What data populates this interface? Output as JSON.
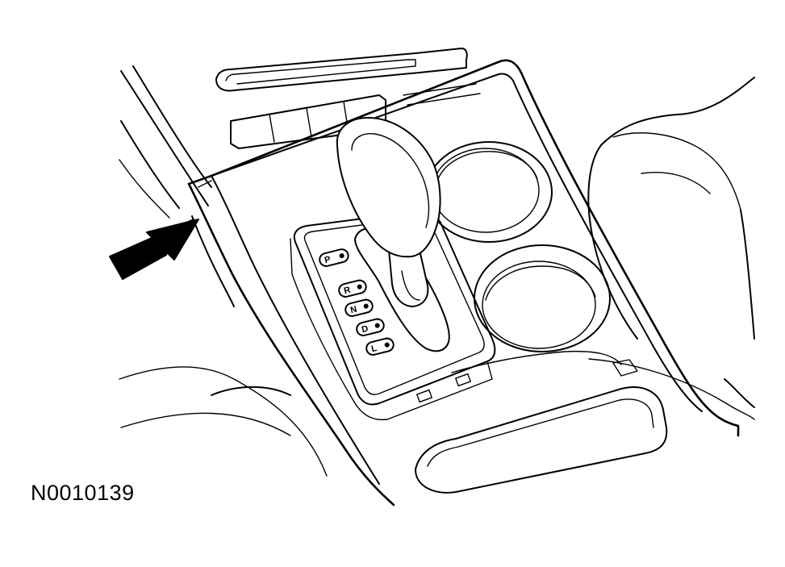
{
  "figure": {
    "id_label": "N0010139"
  },
  "shift_gate": {
    "positions": [
      "P",
      "R",
      "N",
      "D",
      "L"
    ]
  },
  "icons": {
    "pointer": "arrow-icon"
  },
  "colors": {
    "line": "#000000",
    "background": "#ffffff"
  }
}
